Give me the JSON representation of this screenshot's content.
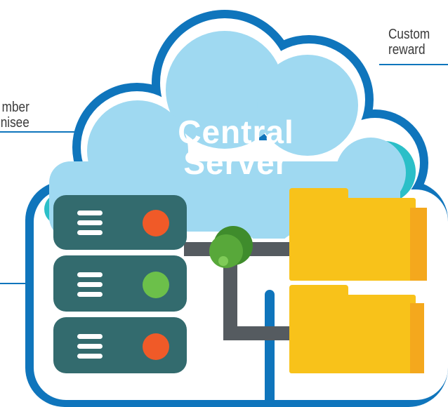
{
  "diagram": {
    "title_line1": "Central",
    "title_line2": "Server",
    "left_label": [
      "mber",
      "nisee"
    ],
    "right_label": [
      "Custom",
      "reward"
    ]
  },
  "colors": {
    "outline": "#0f75bc",
    "cloud_fill": "#9fd9f1",
    "cloud_accent": "#2bbfc8",
    "server_body": "#336b6e",
    "server_line": "#ffffff",
    "led_orange": "#f05a28",
    "led_green": "#6cc04a",
    "connector": "#555b60",
    "hub": "#58a83a",
    "folder": "#f8c21a",
    "folder_back": "#f4a81d"
  },
  "icons": [
    "server-rack-icon",
    "folder-icon",
    "network-hub-icon",
    "cloud-shape"
  ]
}
